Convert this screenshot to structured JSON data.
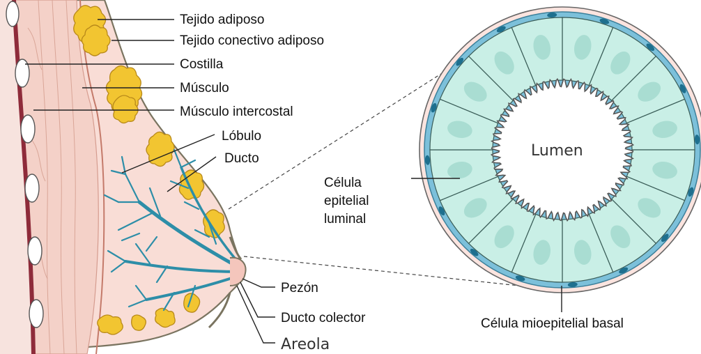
{
  "labels": {
    "tejido_adiposo": "Tejido adiposo",
    "tejido_conectivo": "Tejido conectivo adiposo",
    "costilla": "Costilla",
    "musculo": "Músculo",
    "musculo_intercostal": "Músculo intercostal",
    "lobulo": "Lóbulo",
    "ducto": "Ducto",
    "pezon": "Pezón",
    "ducto_colector": "Ducto colector",
    "areola": "Areola",
    "lumen": "Lumen",
    "celula_epitelial_1": "Célula",
    "celula_epitelial_2": "epitelial",
    "celula_epitelial_3": "luminal",
    "celula_mioepitelial": "Célula mioepitelial basal"
  },
  "colors": {
    "skin": "#f9ddd6",
    "muscle_band": "#f3c9bd",
    "rib_band": "#8e2b3a",
    "fat": "#f2c531",
    "duct": "#2d8ea8",
    "epithelium": "#c9efe6",
    "basal": "#6fb7d3",
    "outline": "#7a7460"
  },
  "cell_count": 16
}
